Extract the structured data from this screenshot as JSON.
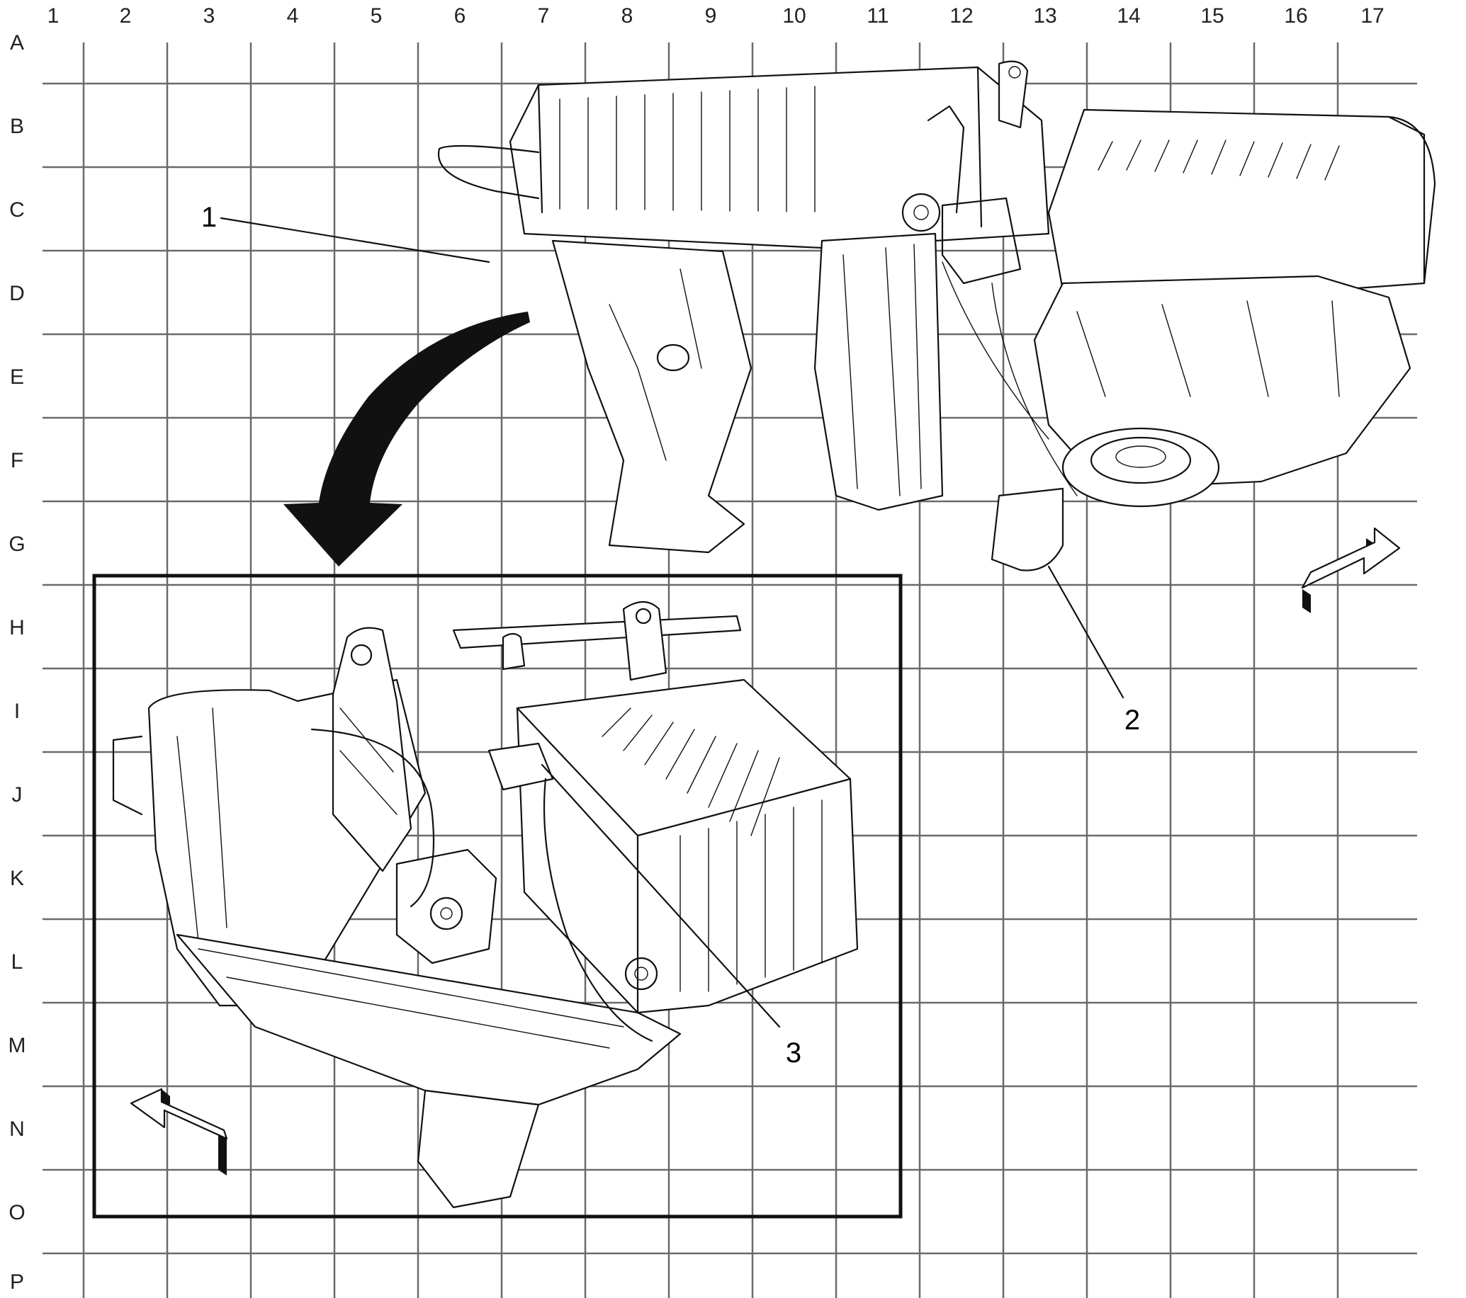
{
  "grid": {
    "columns": [
      "1",
      "2",
      "3",
      "4",
      "5",
      "6",
      "7",
      "8",
      "9",
      "10",
      "11",
      "12",
      "13",
      "14",
      "15",
      "16",
      "17"
    ],
    "rows": [
      "A",
      "B",
      "C",
      "D",
      "E",
      "F",
      "G",
      "H",
      "I",
      "J",
      "K",
      "L",
      "M",
      "N",
      "O",
      "P"
    ]
  },
  "callouts": [
    {
      "label": "1"
    },
    {
      "label": "2"
    },
    {
      "label": "3"
    }
  ],
  "colors": {
    "ink": "#111111",
    "grid": "#6a6a6a",
    "background": "#ffffff"
  }
}
